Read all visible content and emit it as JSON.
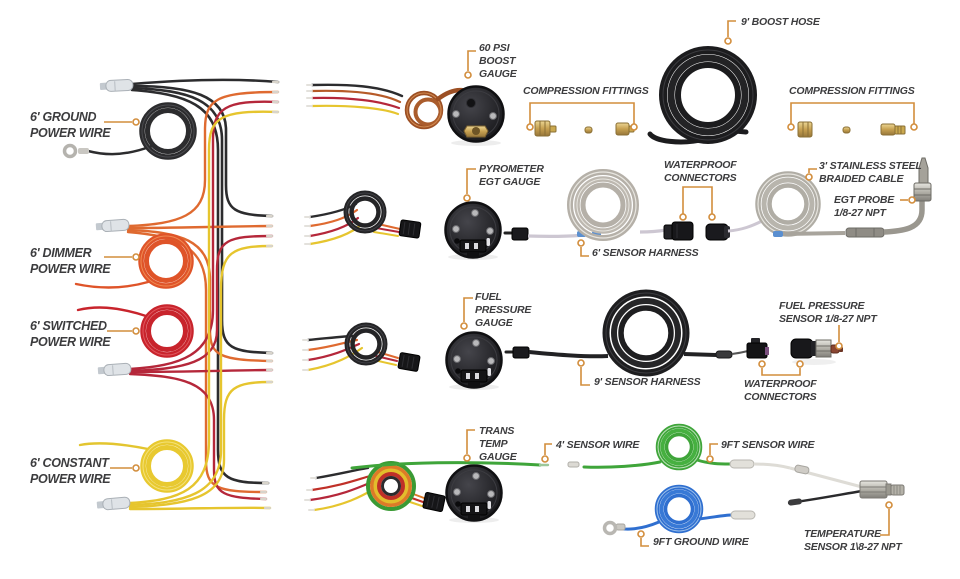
{
  "diagram_title": "gauge kit components diagram",
  "colors": {
    "background": "#ffffff",
    "callout": "#d28d3c",
    "label_text": "#3c3c3e",
    "ground_power_wire": "#2c2c2e",
    "dimmer_power_wire": "#df5429",
    "switched_power_wire": "#c8242c",
    "constant_power_wire": "#e8c930",
    "sensor_wire_green": "#3fa53a",
    "ground_wire_blue": "#2f6fd0",
    "harness_gray": "#b5b0a8",
    "hose_black": "#1c1c1e",
    "brass": "#c2a149"
  },
  "labels": {
    "ground": {
      "line1": "6' GROUND",
      "line2": "POWER WIRE"
    },
    "dimmer": {
      "line1": "6' DIMMER",
      "line2": "POWER WIRE"
    },
    "switched": {
      "line1": "6' SWITCHED",
      "line2": "POWER WIRE"
    },
    "constant": {
      "line1": "6' CONSTANT",
      "line2": "POWER WIRE"
    },
    "boost_gauge": {
      "line1": "60 PSI",
      "line2": "BOOST",
      "line3": "GAUGE"
    },
    "boost_hose": {
      "line1": "9' BOOST HOSE"
    },
    "compression_left": {
      "line1": "COMPRESSION FITTINGS"
    },
    "compression_right": {
      "line1": "COMPRESSION FITTINGS"
    },
    "egt_gauge": {
      "line1": "PYROMETER",
      "line2": "EGT GAUGE"
    },
    "waterproof_egt": {
      "line1": "WATERPROOF",
      "line2": "CONNECTORS"
    },
    "braided_cable": {
      "line1": "3' STAINLESS STEEL",
      "line2": "BRAIDED CABLE"
    },
    "egt_probe": {
      "line1": "EGT PROBE",
      "line2": "1/8-27 NPT"
    },
    "sensor_harness_6": {
      "line1": "6' SENSOR HARNESS"
    },
    "fuel_gauge": {
      "line1": "FUEL",
      "line2": "PRESSURE",
      "line3": "GAUGE"
    },
    "fuel_sensor": {
      "line1": "FUEL PRESSURE",
      "line2": "SENSOR 1/8-27 NPT"
    },
    "sensor_harness_9": {
      "line1": "9' SENSOR HARNESS"
    },
    "waterproof_fuel": {
      "line1": "WATERPROOF",
      "line2": "CONNECTORS"
    },
    "trans_gauge": {
      "line1": "TRANS",
      "line2": "TEMP",
      "line3": "GAUGE"
    },
    "sensor_wire_4": {
      "line1": "4' SENSOR WIRE"
    },
    "sensor_wire_9": {
      "line1": "9FT SENSOR WIRE"
    },
    "ground_wire_9": {
      "line1": "9FT GROUND WIRE"
    },
    "temp_sensor": {
      "line1": "TEMPERATURE",
      "line2": "SENSOR 1\\8-27 NPT"
    }
  }
}
